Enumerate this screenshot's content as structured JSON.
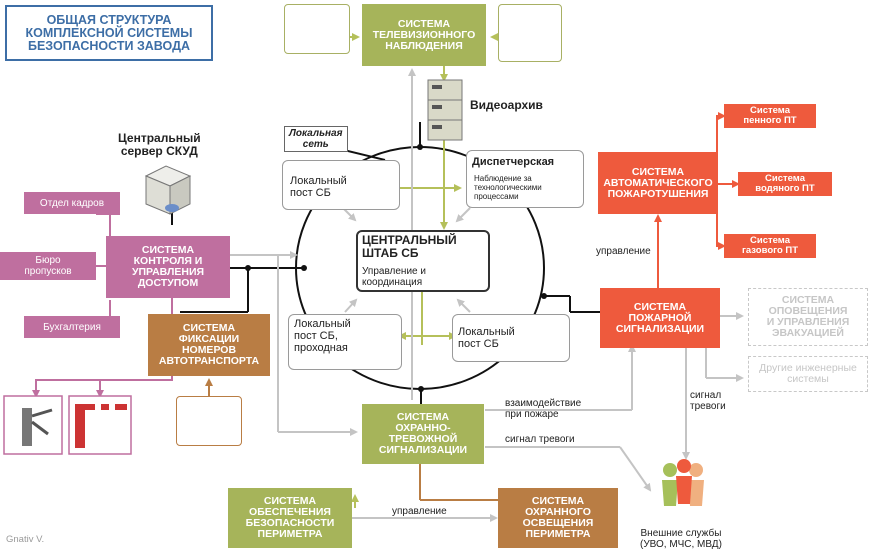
{
  "title": "ОБЩАЯ СТРУКТУРА\nКОМПЛЕКСНОЙ СИСТЕМЫ\nБЕЗОПАСНОСТИ ЗАВОДА",
  "nodes": {
    "cctv": "СИСТЕМА\nТЕЛЕВИЗИОННОГО\nНАБЛЮДЕНИЯ",
    "video_archive": "Видеоархив",
    "local_network": "Локальная\nсеть",
    "skud_server": "Центральный\nсервер СКУД",
    "skud": "СИСТЕМА\nКОНТРОЛЯ И\nУПРАВЛЕНИЯ\nДОСТУПОМ",
    "hr": "Отдел кадров",
    "pass_office": "Бюро\nпропусков",
    "accounting": "Бухгалтерия",
    "anpr": "СИСТЕМА\nФИКСАЦИИ\nНОМЕРОВ\nАВТОТРАНСПОРТА",
    "post1": "Локальный\nпост СБ",
    "dispatch_title": "Диспетчерская",
    "dispatch_desc": "Наблюдение за\nтехнологическими\nпроцессами",
    "hq_title": "ЦЕНТРАЛЬНЫЙ\nШТАБ СБ",
    "hq_desc": "Управление и\nкоординация",
    "post_gate": "Локальный\nпост СБ,\nпроходная",
    "post2": "Локальный\nпост СБ",
    "auto_fire": "СИСТЕМА\nАВТОМАТИЧЕСКОГО\nПОЖАРОТУШЕНИЯ",
    "foam": "Система\nпенного ПТ",
    "water": "Система\nводяного ПТ",
    "gas": "Система\nгазового ПТ",
    "fire_alarm": "СИСТЕМА\nПОЖАРНОЙ\nСИГНАЛИЗАЦИИ",
    "evacuation": "СИСТЕМА\nОПОВЕЩЕНИЯ\nИ УПРАВЛЕНИЯ\nЭВАКУАЦИЕЙ",
    "other_eng": "Другие инженерные\nсистемы",
    "intrusion": "СИСТЕМА\nОХРАННО-\nТРЕВОЖНОЙ\nСИГНАЛИЗАЦИИ",
    "perimeter": "СИСТЕМА\nОБЕСПЕЧЕНИЯ\nБЕЗОПАСНОСТИ\nПЕРИМЕТРА",
    "lighting": "СИСТЕМА\nОХРАННОГО\nОСВЕЩЕНИЯ\nПЕРИМЕТРА",
    "external": "Внешние службы\n(УВО, МЧС, МВД)"
  },
  "edge_labels": {
    "control_fire": "управление",
    "fire_interaction": "взаимодействие\nпри пожаре",
    "alarm_signal_1": "сигнал тревоги",
    "alarm_signal_2": "сигнал\nтревоги",
    "control_perimeter": "управление"
  },
  "author": "Gnativ V.",
  "colors": {
    "title": "#3d6ea6",
    "olive": "#a6b45a",
    "pink": "#bf6f9f",
    "brown": "#b97d44",
    "red": "#ee5a3d",
    "grey": "#c8c8c8"
  }
}
